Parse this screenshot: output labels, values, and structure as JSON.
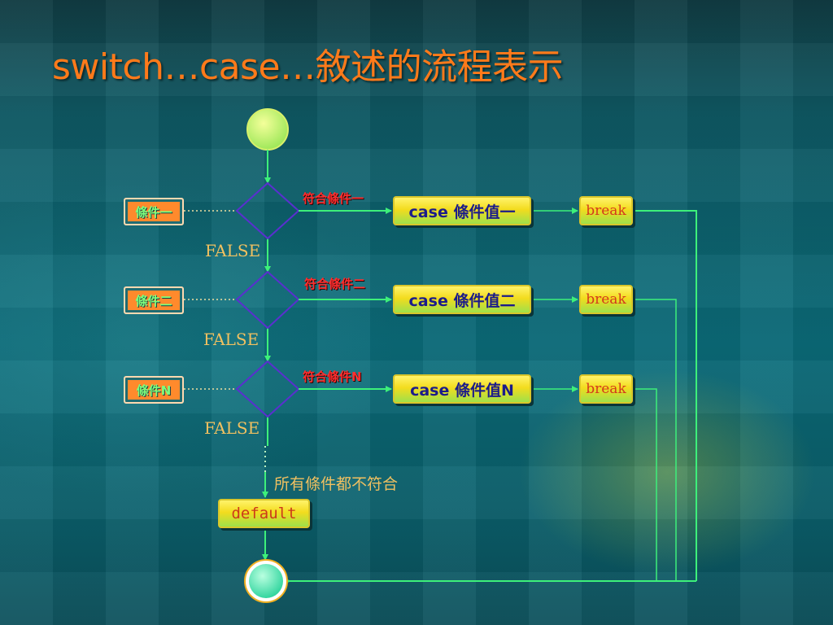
{
  "title": "switch…case…敘述的流程表示",
  "conditions": [
    {
      "tag": "條件一",
      "match": "符合條件一",
      "case": "case 條件值一",
      "break": "break",
      "false": "FALSE"
    },
    {
      "tag": "條件二",
      "match": "符合條件二",
      "case": "case 條件值二",
      "break": "break",
      "false": "FALSE"
    },
    {
      "tag": "條件N",
      "match": "符合條件N",
      "case": "case 條件值N",
      "break": "break",
      "false": "FALSE"
    }
  ],
  "no_match": "所有條件都不符合",
  "default": "default",
  "colors": {
    "title": "#ff7a1a",
    "arrow": "#3df07a",
    "diamond": "#5a2fd0",
    "match_text": "#ff2e2e",
    "box_fill": "#f3dc1e"
  }
}
